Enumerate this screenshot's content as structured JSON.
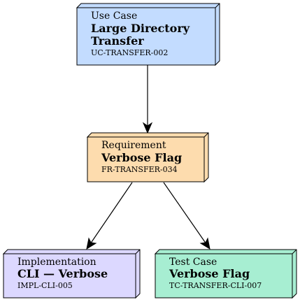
{
  "nodes": {
    "usecase": {
      "kind": "Use Case",
      "title_line1": "Large Directory",
      "title_line2": "Transfer",
      "id": "UC-TRANSFER-002",
      "color": "#c3dcff"
    },
    "requirement": {
      "kind": "Requirement",
      "title": "Verbose Flag",
      "id": "FR-TRANSFER-034",
      "color": "#fddcae"
    },
    "implementation": {
      "kind": "Implementation",
      "title": "CLI — Verbose",
      "id": "IMPL-CLI-005",
      "color": "#dcd8ff"
    },
    "testcase": {
      "kind": "Test Case",
      "title": "Verbose Flag",
      "id": "TC-TRANSFER-CLI-007",
      "color": "#a7eed2"
    }
  },
  "edges": [
    {
      "from": "usecase",
      "to": "requirement"
    },
    {
      "from": "requirement",
      "to": "implementation"
    },
    {
      "from": "requirement",
      "to": "testcase"
    }
  ]
}
